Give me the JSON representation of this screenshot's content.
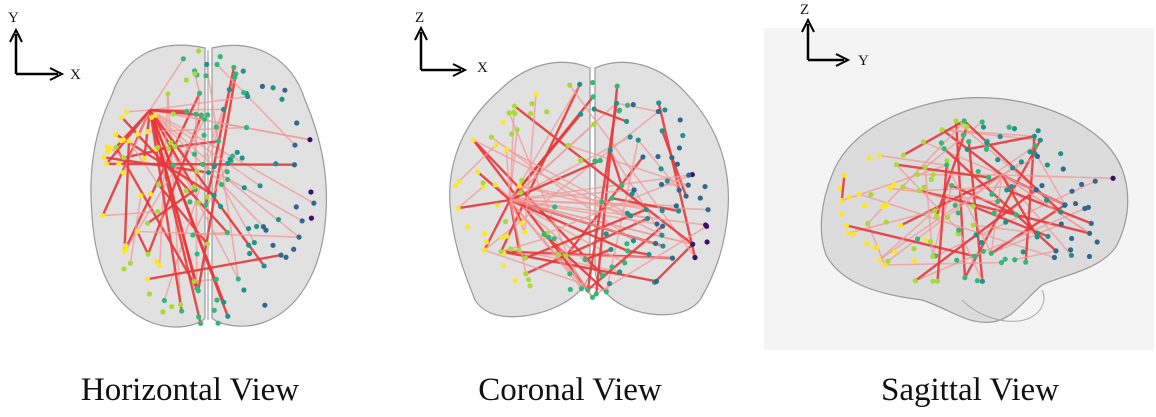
{
  "views": [
    {
      "id": "horizontal",
      "caption": "Horizontal View",
      "axis_vertical": "Y",
      "axis_horizontal": "X"
    },
    {
      "id": "coronal",
      "caption": "Coronal View",
      "axis_vertical": "Z",
      "axis_horizontal": "X"
    },
    {
      "id": "sagittal",
      "caption": "Sagittal View",
      "axis_vertical": "Z",
      "axis_horizontal": "Y"
    }
  ],
  "colors": {
    "brain_fill": "#c9c9c9",
    "brain_stroke": "#9a9a9a",
    "edge": "#e8393a",
    "edge_light": "#f19a98",
    "node_palette": [
      "#3b0f70",
      "#31688e",
      "#21918c",
      "#35b779",
      "#a8db34",
      "#fde725"
    ],
    "sagittal_background": "#f4f4f4"
  }
}
